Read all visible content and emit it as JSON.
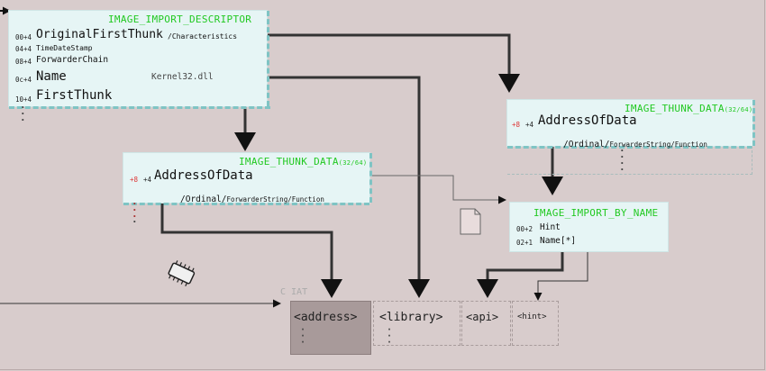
{
  "import_descriptor": {
    "title": "IMAGE_IMPORT_DESCRIPTOR",
    "fields": [
      {
        "offset": "00+4",
        "name": "OriginalFirstThunk",
        "suffix": "/Characteristics"
      },
      {
        "offset": "04+4",
        "name": "TimeDateStamp"
      },
      {
        "offset": "08+4",
        "name": "ForwarderChain"
      },
      {
        "offset": "0c+4",
        "name": "Name",
        "target": "Kernel32.dll"
      },
      {
        "offset": "10+4",
        "name": "FirstThunk"
      }
    ]
  },
  "thunk_left": {
    "title": "IMAGE_THUNK_DATA",
    "title_suffix": "(32/64)",
    "offset_red": "+8",
    "offset": "+4",
    "name": "AddressOfData",
    "sub_main": "/Ordinal/",
    "sub_rest": "ForwarderString/Function"
  },
  "thunk_right": {
    "title": "IMAGE_THUNK_DATA",
    "title_suffix": "(32/64)",
    "offset_red": "+8",
    "offset": "+4",
    "name": "AddressOfData",
    "sub_main": "/Ordinal/",
    "sub_rest": "ForwarderString/Function"
  },
  "import_by_name": {
    "title": "IMAGE_IMPORT_BY_NAME",
    "fields": [
      {
        "offset": "00+2",
        "name": "Hint"
      },
      {
        "offset": "02+1",
        "name": "Name[*]"
      }
    ]
  },
  "iat": {
    "label": "C IAT",
    "cells": [
      "<address>",
      "<library>",
      "<api>",
      "<hint>"
    ]
  },
  "colors": {
    "background": "#d8cccc",
    "box": "#e6f5f5",
    "title": "#22c922",
    "iat_address": "#a89a9a"
  },
  "icons": [
    "file-icon",
    "chip-icon"
  ]
}
